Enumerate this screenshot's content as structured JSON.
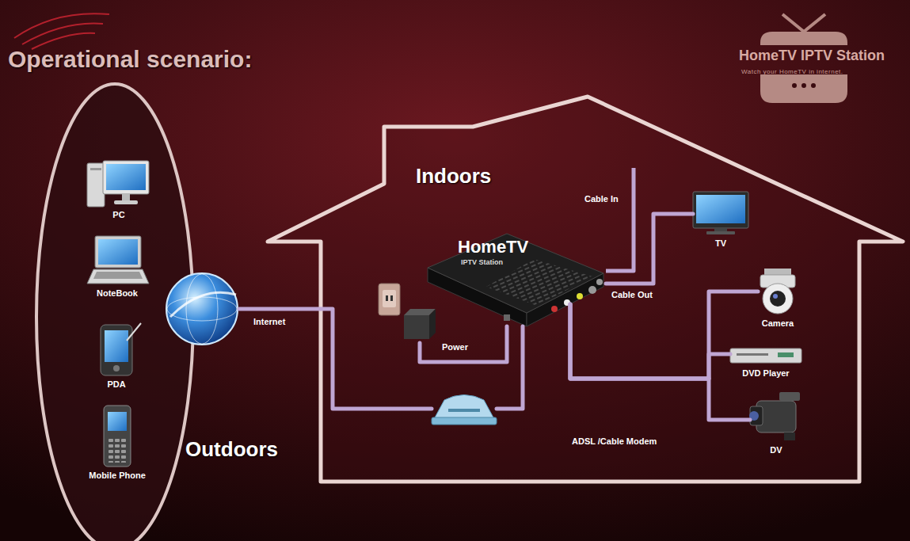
{
  "diagram": {
    "title": "Operational scenario:",
    "nodes": [
      {
        "text": [
          "Outdoors"
        ]
      },
      {
        "text": [
          "PC"
        ],
        "in": 0
      },
      {
        "text": [
          "NoteBook"
        ],
        "in": 0
      },
      {
        "text": [
          "PDA"
        ],
        "in": 0
      },
      {
        "text": [
          "Mobile Phone"
        ],
        "in": 0
      },
      {
        "text": [
          "Internet"
        ]
      },
      {
        "text": [
          "Indoors"
        ]
      },
      {
        "text": [
          "HomeTV",
          "IPTV Station"
        ],
        "in": 6
      },
      {
        "text": [
          "Power"
        ],
        "in": 6
      },
      {
        "text": [
          "ADSL /Cable Modem"
        ],
        "in": 6
      },
      {
        "text": [
          "TV"
        ],
        "in": 6
      },
      {
        "text": [
          "Camera"
        ],
        "in": 6
      },
      {
        "text": [
          "DVD Player"
        ],
        "in": 6
      },
      {
        "text": [
          "DV"
        ],
        "in": 6
      }
    ],
    "edges": [
      {
        "from": 5,
        "to": 9,
        "arrow": "none"
      },
      {
        "from": 9,
        "to": 7,
        "arrow": "none"
      },
      {
        "from": 8,
        "to": 7,
        "arrow": "none"
      },
      {
        "from": 7,
        "to": 10,
        "label": "Cable Out",
        "arrow": "none"
      },
      {
        "from": 7,
        "to": 11,
        "arrow": "none"
      },
      {
        "from": 7,
        "to": 12,
        "arrow": "none"
      },
      {
        "from": 7,
        "to": 13,
        "arrow": "none"
      }
    ],
    "labels": [
      "Cable In",
      "HomeTV IPTV Station",
      "Watch your HomeTV in internet."
    ]
  }
}
